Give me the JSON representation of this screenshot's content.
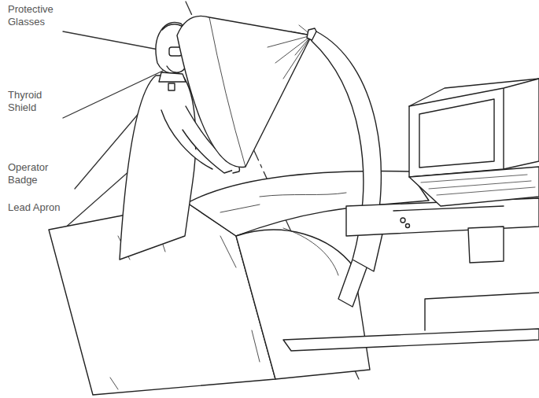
{
  "diagram": {
    "labels": [
      "Protective Glasses",
      "Thyroid Shield",
      "Operator Badge",
      "Lead Apron"
    ]
  }
}
